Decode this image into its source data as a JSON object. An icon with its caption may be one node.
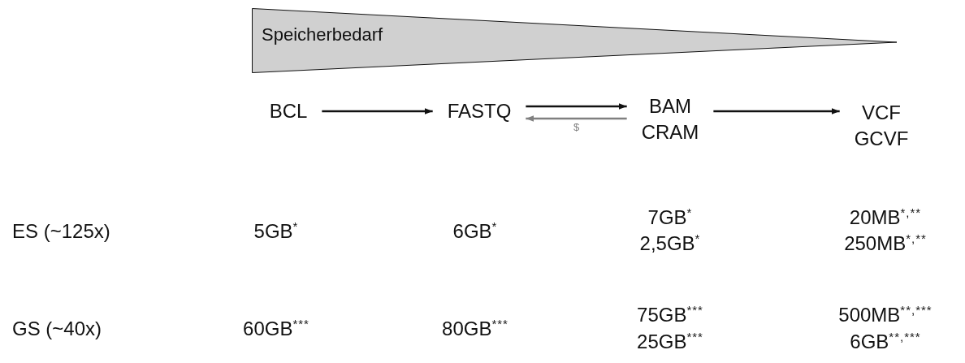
{
  "diagram": {
    "nodes": [
      {
        "text": [
          "Speicherbedarf"
        ]
      },
      {
        "text": [
          "BCL"
        ]
      },
      {
        "text": [
          "FASTQ"
        ]
      },
      {
        "text": [
          "BAM",
          "CRAM"
        ]
      },
      {
        "text": [
          "VCF",
          "GCVF"
        ]
      }
    ],
    "edges": [
      {
        "from": 1,
        "to": 2,
        "arrow": "to"
      },
      {
        "from": 2,
        "to": 3,
        "arrow": "to"
      },
      {
        "from": 3,
        "to": 2,
        "arrow": "to",
        "label": "$",
        "color": "#808080"
      },
      {
        "from": 3,
        "to": 4,
        "arrow": "to"
      }
    ],
    "labels": [
      "ES (~125x)",
      "5GB$^{*}$",
      "6GB$^{*}$",
      "7GB$^{*}$",
      "2,5GB$^{*}$",
      "20MB$^{*,**}$",
      "250MB$^{*,**}$",
      "GS (~40x)",
      "60GB$^{***}$",
      "80GB$^{***}$",
      "75GB$^{***}$",
      "25GB$^{***}$",
      "500MB$^{**,***}$",
      "6GB$^{**,***}$"
    ]
  }
}
